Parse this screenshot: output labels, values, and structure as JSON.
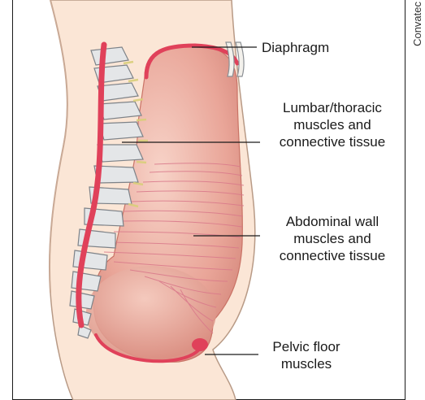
{
  "labels": {
    "diaphragm": "Diaphragm",
    "lumbar": "Lumbar/thoracic\nmuscles and\nconnective tissue",
    "abdominal": "Abdominal wall\nmuscles and\nconnective tissue",
    "pelvic": "Pelvic floor\nmuscles"
  },
  "credit": "Convatec",
  "colors": {
    "skin": "#fbe6d6",
    "skin_line": "#b89a86",
    "cavity": "#e9a598",
    "muscle": "#e0415a",
    "bone": "#e4e6e8",
    "disc": "#f3efc5"
  }
}
